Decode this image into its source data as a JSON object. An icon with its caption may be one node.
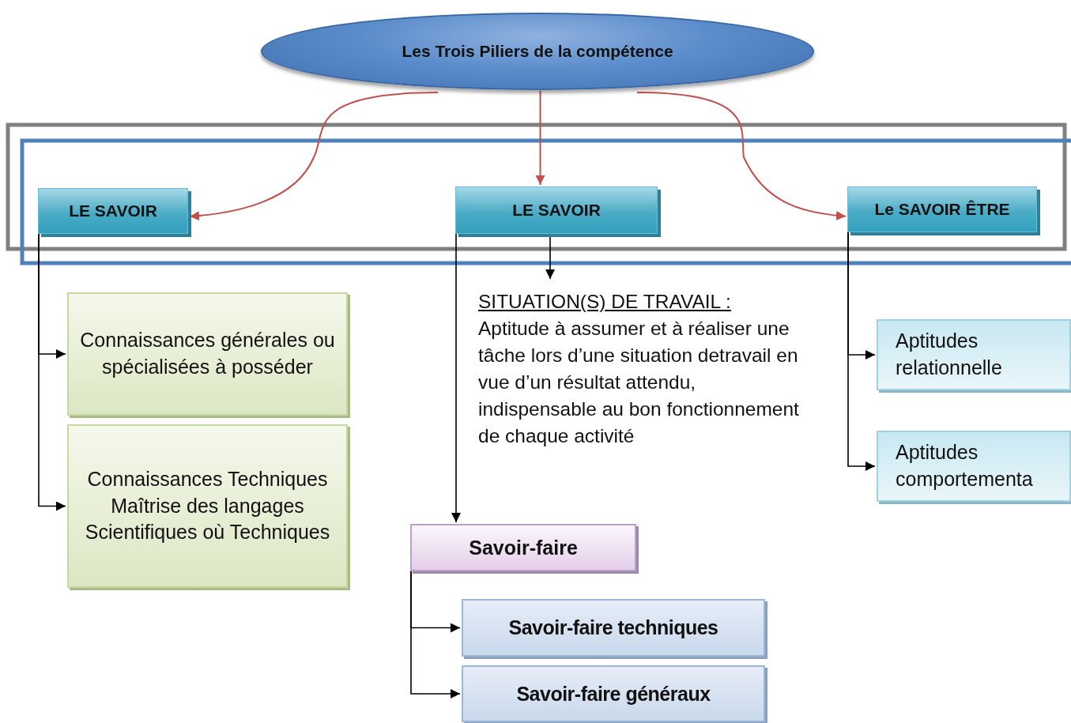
{
  "diagram": {
    "nodes": [
      {
        "text": [
          "Les Trois Piliers de la compétence"
        ]
      },
      {
        "text": [
          "LE SAVOIR"
        ]
      },
      {
        "text": [
          "LE SAVOIR"
        ]
      },
      {
        "text": [
          "Le SAVOIR ÊTRE"
        ]
      },
      {
        "text": [
          "Connaissances générales ou spécialisées à posséder"
        ]
      },
      {
        "text": [
          "Connaissances Techniques Maîtrise des langages Scientifiques où Techniques"
        ]
      },
      {
        "text": [
          "SITUATION(S) DE TRAVAIL :",
          "Aptitude à assumer et à réaliser une tâche lors d’une situation detravail en vue d’un résultat attendu, indispensable au bon fonctionnement de chaque activité"
        ]
      },
      {
        "text": [
          "Aptitudes relationnelle"
        ]
      },
      {
        "text": [
          "Aptitudes comportementa"
        ]
      },
      {
        "text": [
          "Savoir-faire"
        ]
      },
      {
        "text": [
          "Savoir-faire techniques"
        ]
      },
      {
        "text": [
          "Savoir-faire généraux"
        ]
      }
    ],
    "edges": [
      {
        "from": 0,
        "to": 1,
        "arrow": "to",
        "color": "#c0504d"
      },
      {
        "from": 0,
        "to": 2,
        "arrow": "to",
        "color": "#c0504d"
      },
      {
        "from": 0,
        "to": 3,
        "arrow": "to",
        "color": "#c0504d"
      },
      {
        "from": 1,
        "to": 4,
        "arrow": "to"
      },
      {
        "from": 1,
        "to": 5,
        "arrow": "to"
      },
      {
        "from": 2,
        "to": 6,
        "arrow": "to"
      },
      {
        "from": 2,
        "to": 9,
        "arrow": "to"
      },
      {
        "from": 3,
        "to": 7,
        "arrow": "to"
      },
      {
        "from": 3,
        "to": 8,
        "arrow": "to"
      },
      {
        "from": 9,
        "to": 10,
        "arrow": "to"
      },
      {
        "from": 9,
        "to": 11,
        "arrow": "to"
      }
    ]
  }
}
